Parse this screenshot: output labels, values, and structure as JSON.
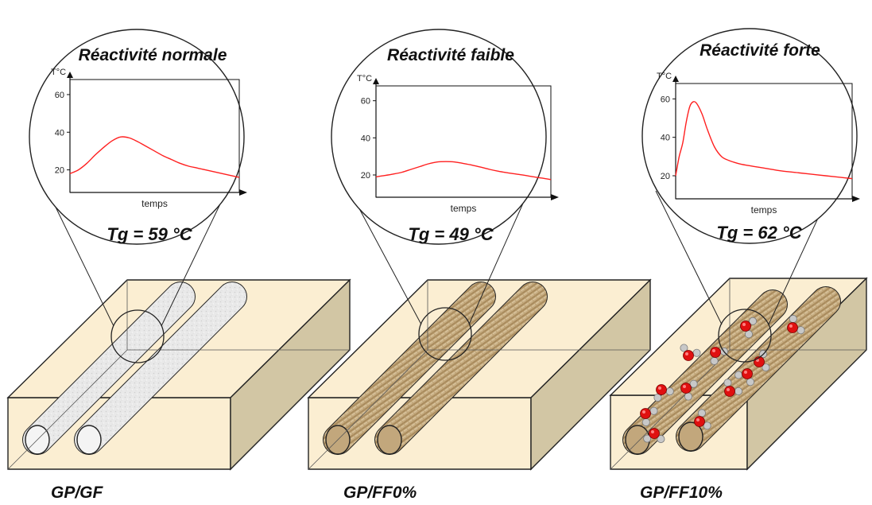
{
  "colors": {
    "block_face": "#fbeed2",
    "block_side": "#d2c6a4",
    "curve": "#ff2020",
    "glass_fiber": "#e8e8e8",
    "flax_fiber": "#c2a77c",
    "oxygen_atom": "#e01010",
    "hydrogen_atom": "#c8c8c8"
  },
  "panels": [
    {
      "title": "Réactivité normale",
      "tg": "Tg = 59 °C",
      "label": "GP/GF",
      "fiber": "glass",
      "water_molecules": false,
      "chart_data": {
        "type": "line",
        "ylabel": "T°C",
        "xlabel": "temps",
        "yticks": [
          20,
          40,
          60
        ],
        "ylim": [
          8,
          68
        ],
        "xlim": [
          0,
          100
        ],
        "x": [
          0,
          5,
          10,
          15,
          20,
          25,
          30,
          35,
          40,
          45,
          50,
          55,
          60,
          65,
          70,
          75,
          80,
          85,
          90,
          95,
          100
        ],
        "y": [
          18,
          20,
          23.5,
          28,
          32,
          35.5,
          37.5,
          37,
          35,
          32.5,
          30,
          27.5,
          25.5,
          23.5,
          22,
          21,
          20,
          19,
          18,
          17,
          16
        ]
      }
    },
    {
      "title": "Réactivité faible",
      "tg": "Tg = 49 °C",
      "label": "GP/FF0%",
      "fiber": "flax",
      "water_molecules": false,
      "chart_data": {
        "type": "line",
        "ylabel": "T°C",
        "xlabel": "temps",
        "yticks": [
          20,
          40,
          60
        ],
        "ylim": [
          8,
          68
        ],
        "xlim": [
          0,
          100
        ],
        "x": [
          0,
          5,
          10,
          15,
          20,
          25,
          30,
          35,
          40,
          45,
          50,
          55,
          60,
          65,
          70,
          75,
          80,
          85,
          90,
          95,
          100
        ],
        "y": [
          19,
          19.7,
          20.5,
          21.5,
          23,
          24.5,
          26,
          27,
          27.2,
          27,
          26.2,
          25.3,
          24.2,
          23,
          22,
          21.2,
          20.5,
          19.8,
          19,
          18.3,
          17.5
        ]
      }
    },
    {
      "title": "Réactivité forte",
      "tg": "Tg = 62 °C",
      "label": "GP/FF10%",
      "fiber": "flax",
      "water_molecules": true,
      "chart_data": {
        "type": "line",
        "ylabel": "T°C",
        "xlabel": "temps",
        "yticks": [
          20,
          40,
          60
        ],
        "ylim": [
          8,
          68
        ],
        "xlim": [
          0,
          100
        ],
        "x": [
          0,
          2,
          4,
          6,
          8,
          10,
          12,
          15,
          18,
          22,
          26,
          30,
          35,
          40,
          50,
          60,
          70,
          80,
          90,
          100
        ],
        "y": [
          20,
          30,
          37,
          48,
          56,
          58.5,
          57.5,
          52,
          44,
          35,
          30,
          28,
          26.5,
          25.5,
          24,
          22.5,
          21.5,
          20.5,
          19.5,
          18.5
        ]
      }
    }
  ]
}
